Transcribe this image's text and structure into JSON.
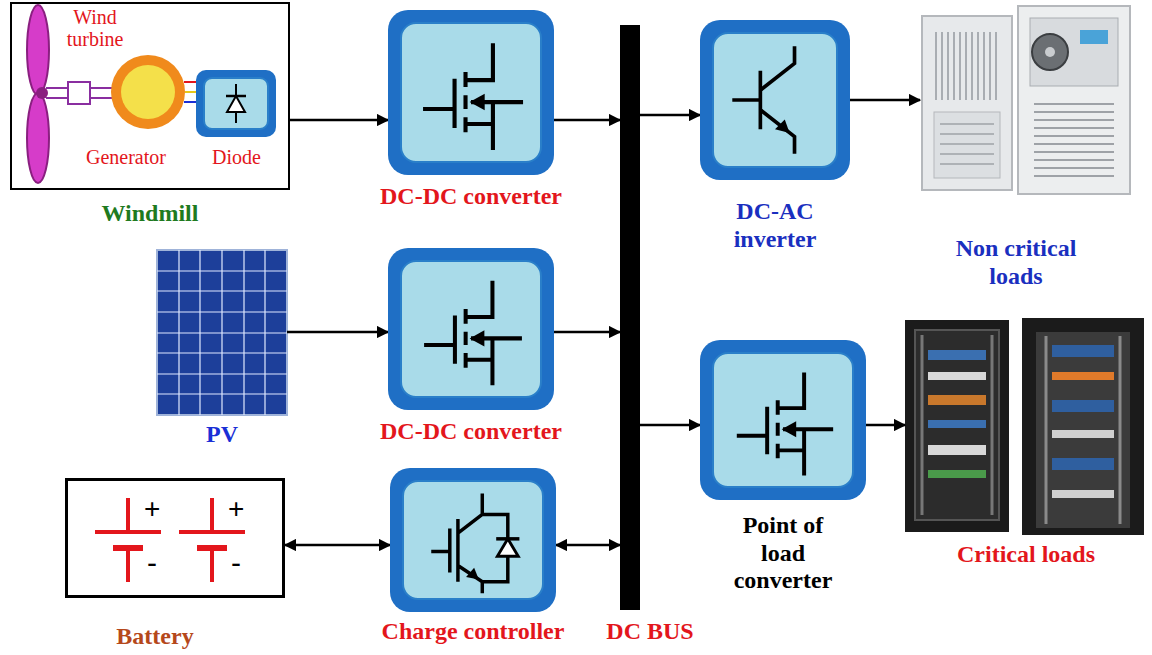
{
  "diagram": {
    "nodes": [
      {
        "text": [
          "Windmill"
        ]
      },
      {
        "text": [
          "DC-DC converter"
        ]
      },
      {
        "text": [
          "PV"
        ]
      },
      {
        "text": [
          "DC-DC converter"
        ]
      },
      {
        "text": [
          "Battery"
        ]
      },
      {
        "text": [
          "Charge controller"
        ]
      },
      {
        "text": [
          "DC BUS"
        ]
      },
      {
        "text": [
          "DC-AC inverter"
        ]
      },
      {
        "text": [
          "Non critical loads"
        ]
      },
      {
        "text": [
          "Point of load converter"
        ]
      },
      {
        "text": [
          "Critical loads"
        ]
      }
    ],
    "edges": [
      {
        "from": 0,
        "to": 1,
        "arrow": "to"
      },
      {
        "from": 1,
        "to": 6,
        "arrow": "to"
      },
      {
        "from": 2,
        "to": 3,
        "arrow": "to"
      },
      {
        "from": 3,
        "to": 6,
        "arrow": "to"
      },
      {
        "from": 5,
        "to": 4,
        "arrow": "both"
      },
      {
        "from": 6,
        "to": 5,
        "arrow": "both"
      },
      {
        "from": 6,
        "to": 7,
        "arrow": "to"
      },
      {
        "from": 7,
        "to": 8,
        "arrow": "to"
      },
      {
        "from": 6,
        "to": 9,
        "arrow": "to"
      },
      {
        "from": 9,
        "to": 10,
        "arrow": "to"
      }
    ],
    "labels": [
      "Wind turbine",
      "Generator",
      "Diode",
      "+",
      "-",
      "+",
      "-"
    ]
  }
}
